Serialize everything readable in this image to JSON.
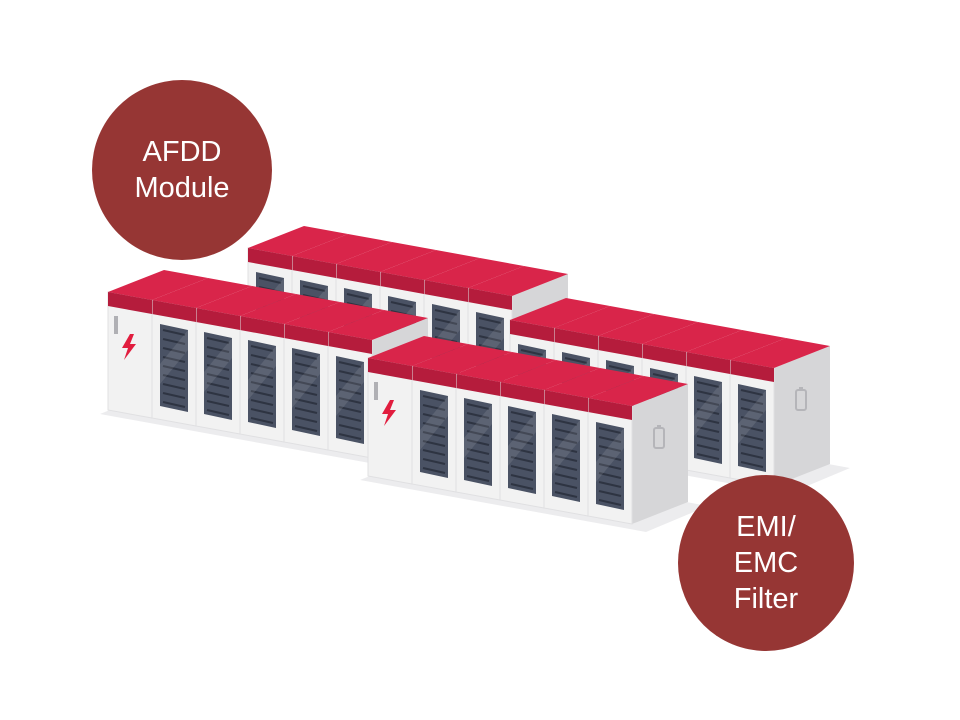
{
  "badges": {
    "afdd": {
      "lines": [
        "AFDD",
        "Module"
      ]
    },
    "emi": {
      "lines": [
        "EMI/",
        "EMC",
        "Filter"
      ]
    }
  },
  "colors": {
    "badge": "#963634",
    "roof": "#d9254a",
    "roof_shade": "#b51c3c",
    "cabinet_front": "#f2f2f2",
    "cabinet_side": "#d6d6d8",
    "window": "#4a5264",
    "window_slat": "#2e3442",
    "lightning": "#e11d3e"
  },
  "icons": {
    "warning": "lightning-bolt-icon",
    "battery": "battery-icon"
  }
}
